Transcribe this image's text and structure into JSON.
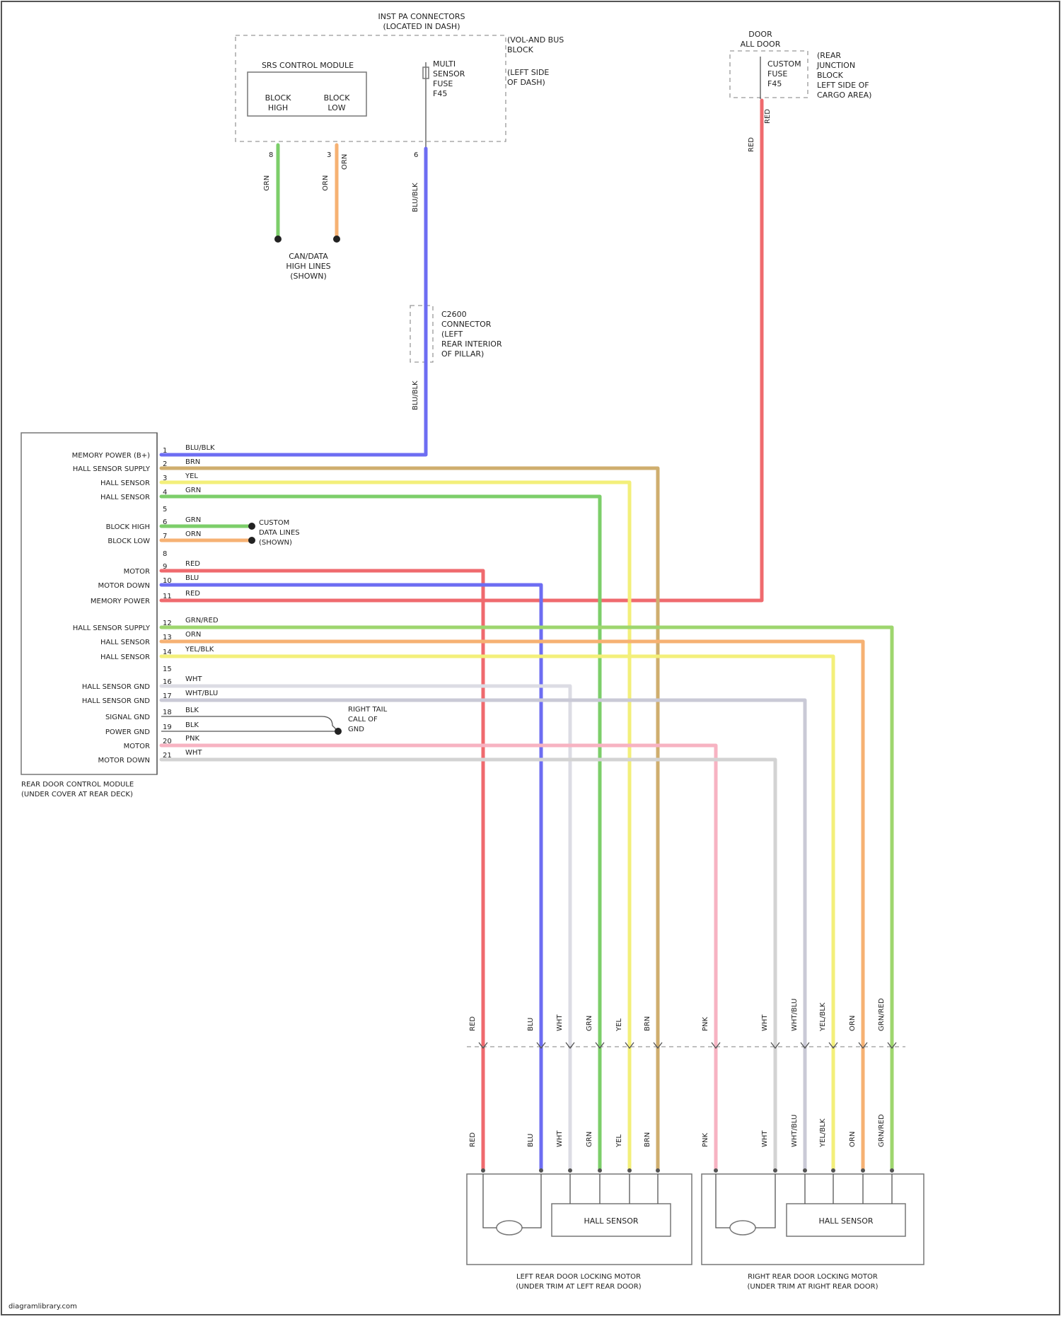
{
  "top_module": {
    "title_line1": "INST PA CONNECTORS",
    "title_line2": "(LOCATED IN DASH)",
    "sub_title": "SRS CONTROL MODULE",
    "pin_a_label_1": "BLOCK",
    "pin_a_label_2": "HIGH",
    "pin_b_label_1": "BLOCK",
    "pin_b_label_2": "LOW",
    "fuse_label_1": "MULTI",
    "fuse_label_2": "SENSOR",
    "fuse_label_3": "FUSE",
    "fuse_label_4": "F45",
    "side_note_1": "(VOL-AND BUS",
    "side_note_2": "BLOCK",
    "side_note_3": "(LEFT SIDE",
    "side_note_4": "OF DASH)",
    "pin_a": "8",
    "pin_b": "3",
    "pin_c": "6"
  },
  "relay_box": {
    "line1": "DOOR",
    "line2": "ALL DOOR",
    "pin1": "CUSTOM",
    "pin2": "FUSE",
    "pin3": "F45",
    "note1": "(REAR",
    "note2": "JUNCTION",
    "note3": "BLOCK",
    "note4": "LEFT SIDE OF",
    "note5": "CARGO AREA)"
  },
  "can_splice": {
    "line1": "CAN/DATA",
    "line2": "HIGH LINES",
    "line3": "(SHOWN)"
  },
  "inline_connector": {
    "line1": "C2600",
    "line2": "CONNECTOR",
    "line3": "(LEFT",
    "line4": "REAR INTERIOR",
    "line5": "OF PILLAR)"
  },
  "module": {
    "caption_line1": "REAR DOOR CONTROL MODULE",
    "caption_line2": "(UNDER COVER AT REAR DECK)",
    "pins": [
      {
        "name": "MEMORY POWER (B+)",
        "num": "1"
      },
      {
        "name": "HALL SENSOR SUPPLY",
        "num": "2"
      },
      {
        "name": "HALL SENSOR",
        "num": "3"
      },
      {
        "name": "HALL SENSOR",
        "num": "4"
      },
      {
        "name": "BLOCK HIGH",
        "num": "6"
      },
      {
        "name": "BLOCK LOW",
        "num": "7"
      },
      {
        "name": "MOTOR",
        "num": "9"
      },
      {
        "name": "MOTOR DOWN",
        "num": "10"
      },
      {
        "name": "MEMORY POWER",
        "num": "11"
      },
      {
        "name": "HALL SENSOR SUPPLY",
        "num": "12"
      },
      {
        "name": "HALL SENSOR",
        "num": "13"
      },
      {
        "name": "HALL SENSOR",
        "num": "14"
      },
      {
        "name": "HALL SENSOR GND",
        "num": "16"
      },
      {
        "name": "HALL SENSOR GND",
        "num": "17"
      },
      {
        "name": "SIGNAL GND",
        "num": "18"
      },
      {
        "name": "POWER GND",
        "num": "19"
      },
      {
        "name": "MOTOR",
        "num": "20"
      },
      {
        "name": "MOTOR DOWN",
        "num": "21"
      }
    ],
    "extra_pins": [
      "5",
      "8",
      "15"
    ]
  },
  "wire_labels": {
    "top_green": "GRN",
    "top_orange": "ORN",
    "top_blue": "BLU/BLK",
    "top_orange_vert": "ORN",
    "blue_connector_upper": "BLU/BLK",
    "relay_red": "RED",
    "relay_red_vert": "RED",
    "w1": "BLU/BLK",
    "w2": "BRN",
    "w3": "YEL",
    "w4": "GRN",
    "w6": "GRN",
    "w7": "ORN",
    "w9": "RED",
    "w10": "BLU",
    "w11": "RED",
    "w12": "GRN/RED",
    "w13": "ORN",
    "w14": "YEL/BLK",
    "w16": "WHT",
    "w17": "WHT/BLU",
    "w18": "BLK",
    "w19": "BLK",
    "w20": "PNK",
    "w21": "WHT"
  },
  "ground_note": {
    "line1": "RIGHT TAIL",
    "line2": "CALL OF",
    "line3": "GND"
  },
  "splice_note": {
    "line1": "CUSTOM",
    "line2": "DATA LINES",
    "line3": "(SHOWN)"
  },
  "bottom_left": {
    "caption_line1": "LEFT REAR DOOR LOCKING MOTOR",
    "caption_line2": "(UNDER TRIM AT LEFT REAR DOOR)",
    "sensor": "HALL SENSOR",
    "top_labels": [
      "RED",
      "BLU",
      "WHT",
      "GRN",
      "YEL",
      "BRN"
    ],
    "bottom_labels": [
      "RED",
      "BLU",
      "WHT",
      "GRN",
      "YEL",
      "BRN"
    ]
  },
  "bottom_right": {
    "caption_line1": "RIGHT REAR DOOR LOCKING MOTOR",
    "caption_line2": "(UNDER TRIM AT RIGHT REAR DOOR)",
    "sensor": "HALL SENSOR",
    "top_labels": [
      "PNK",
      "WHT",
      "WHT/BLU",
      "YEL/BLK",
      "ORN",
      "GRN/RED"
    ],
    "bottom_labels": [
      "PNK",
      "WHT",
      "WHT/BLU",
      "YEL/BLK",
      "ORN",
      "GRN/RED"
    ]
  },
  "footer": "diagramlibrary.com",
  "colors": {
    "blue": "#6d6df2",
    "green": "#7cce6a",
    "orange": "#f6b173",
    "red": "#ef6a6e",
    "yellow": "#f3ef7a",
    "brown": "#cfae6e",
    "pink": "#f7b3c2",
    "lightgray": "#c9c9d6",
    "gray": "#d3d3d3"
  }
}
